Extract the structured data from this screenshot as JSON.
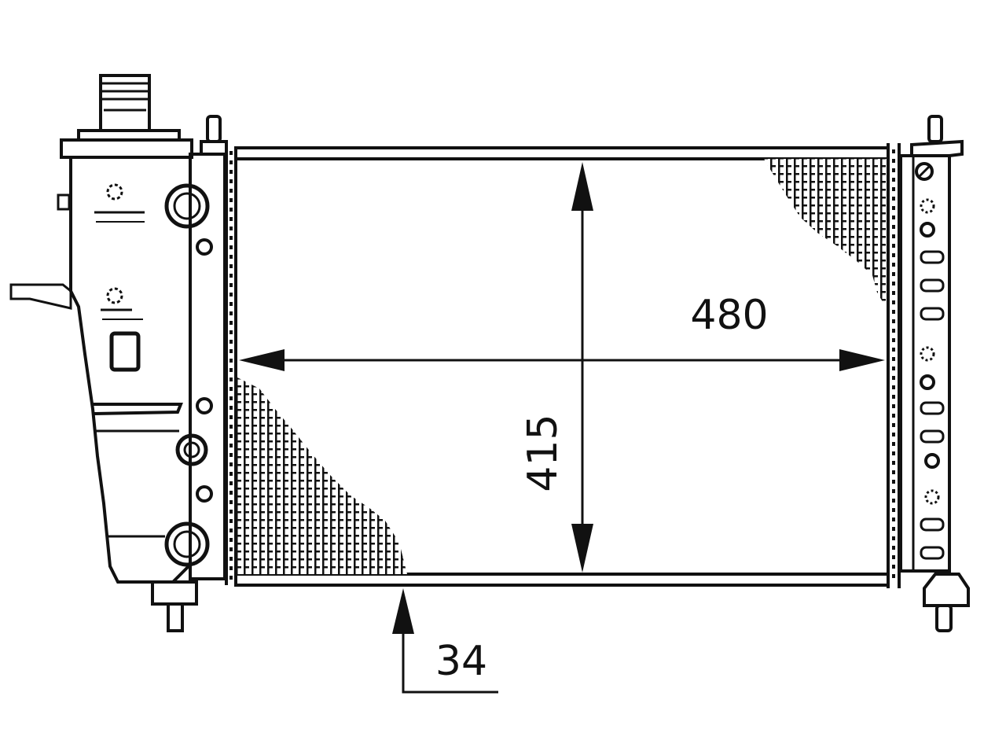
{
  "drawing": {
    "dimensions": {
      "width": "480",
      "height": "415",
      "depth": "34"
    },
    "colors": {
      "line": "#111111",
      "background": "#ffffff"
    }
  }
}
